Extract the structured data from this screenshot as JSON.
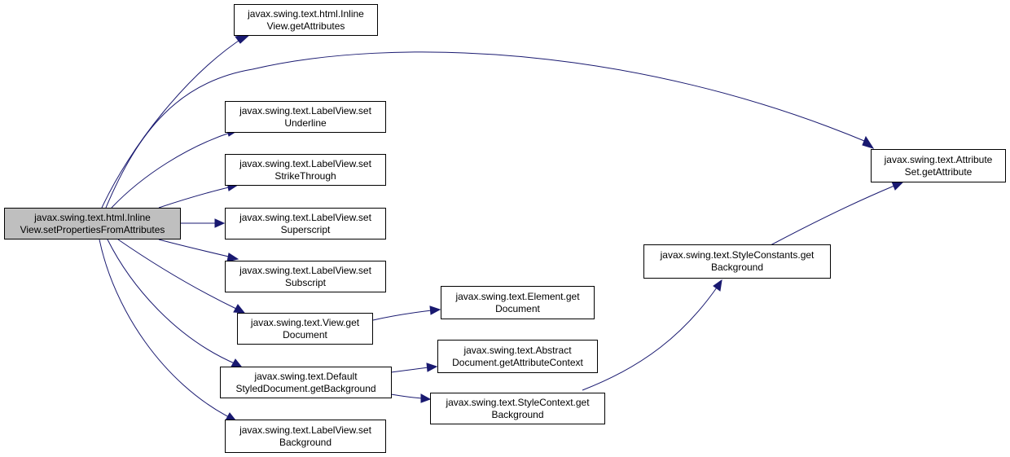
{
  "colors": {
    "edge": "#191970",
    "root_fill": "#bfbfbf",
    "node_fill": "#ffffff",
    "border": "#000000"
  },
  "nodes": {
    "root": {
      "line1": "javax.swing.text.html.Inline",
      "line2": "View.setPropertiesFromAttributes"
    },
    "inlineview_getattributes": {
      "line1": "javax.swing.text.html.Inline",
      "line2": "View.getAttributes"
    },
    "labelview_setunderline": {
      "line1": "javax.swing.text.LabelView.set",
      "line2": "Underline"
    },
    "labelview_setstrikethrough": {
      "line1": "javax.swing.text.LabelView.set",
      "line2": "StrikeThrough"
    },
    "labelview_setsuperscript": {
      "line1": "javax.swing.text.LabelView.set",
      "line2": "Superscript"
    },
    "labelview_setsubscript": {
      "line1": "javax.swing.text.LabelView.set",
      "line2": "Subscript"
    },
    "view_getdocument": {
      "line1": "javax.swing.text.View.get",
      "line2": "Document"
    },
    "defaultstyleddocument_getbackground": {
      "line1": "javax.swing.text.Default",
      "line2": "StyledDocument.getBackground"
    },
    "labelview_setbackground": {
      "line1": "javax.swing.text.LabelView.set",
      "line2": "Background"
    },
    "element_getdocument": {
      "line1": "javax.swing.text.Element.get",
      "line2": "Document"
    },
    "abstractdocument_getattributecontext": {
      "line1": "javax.swing.text.Abstract",
      "line2": "Document.getAttributeContext"
    },
    "stylecontext_getbackground": {
      "line1": "javax.swing.text.StyleContext.get",
      "line2": "Background"
    },
    "styleconstants_getbackground": {
      "line1": "javax.swing.text.StyleConstants.get",
      "line2": "Background"
    },
    "attributeset_getattribute": {
      "line1": "javax.swing.text.Attribute",
      "line2": "Set.getAttribute"
    }
  },
  "edges": [
    {
      "from": "root",
      "to": "inlineview_getattributes"
    },
    {
      "from": "root",
      "to": "attributeset_getattribute"
    },
    {
      "from": "root",
      "to": "labelview_setunderline"
    },
    {
      "from": "root",
      "to": "labelview_setstrikethrough"
    },
    {
      "from": "root",
      "to": "labelview_setsuperscript"
    },
    {
      "from": "root",
      "to": "labelview_setsubscript"
    },
    {
      "from": "root",
      "to": "view_getdocument"
    },
    {
      "from": "root",
      "to": "defaultstyleddocument_getbackground"
    },
    {
      "from": "root",
      "to": "labelview_setbackground"
    },
    {
      "from": "view_getdocument",
      "to": "element_getdocument"
    },
    {
      "from": "defaultstyleddocument_getbackground",
      "to": "abstractdocument_getattributecontext"
    },
    {
      "from": "defaultstyleddocument_getbackground",
      "to": "stylecontext_getbackground"
    },
    {
      "from": "stylecontext_getbackground",
      "to": "styleconstants_getbackground"
    },
    {
      "from": "styleconstants_getbackground",
      "to": "attributeset_getattribute"
    }
  ]
}
